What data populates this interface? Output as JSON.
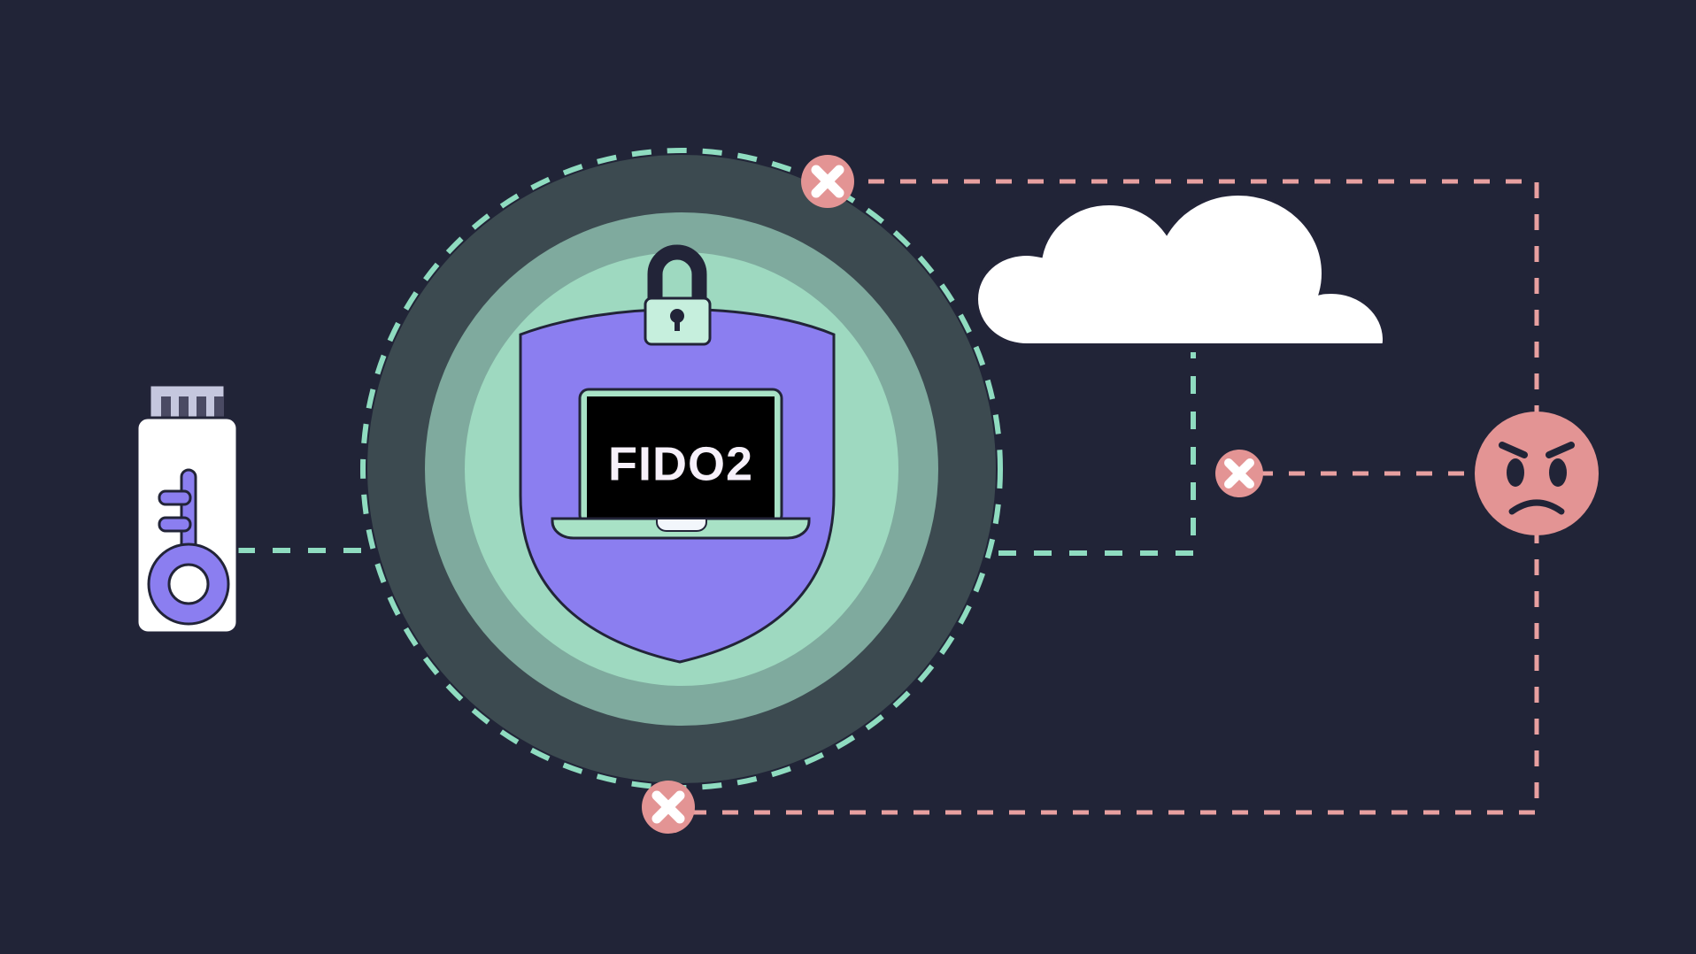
{
  "diagram": {
    "title": "FIDO2 phishing-resistant authentication boundary",
    "background_color": "#212437"
  },
  "colors": {
    "background": "#212437",
    "ring_outer": "#3c4a50",
    "ring_middle": "#7faa9e",
    "ring_inner": "#9ed9c0",
    "shield_purple": "#8b7ef0",
    "mint": "#a8e2c6",
    "mint_light": "#c6efdd",
    "screen_black": "#000000",
    "white": "#ffffff",
    "navy_stroke": "#222438",
    "danger_pink": "#e39494",
    "dash_teal": "#8fdcc0",
    "dash_pink": "#e8a0a0",
    "usb_connector": "#c5c7de",
    "usb_pin": "#4a4a63",
    "key_purple": "#8b7ef0"
  },
  "nodes": {
    "usb_key": {
      "name": "FIDO2 security key",
      "icon": "usb-security-key-icon",
      "body_color": "#ffffff",
      "key_color": "#8b7ef0"
    },
    "protected_zone": {
      "name": "Protected trust boundary",
      "rings": [
        {
          "label": "outer ring",
          "color": "#3c4a50",
          "radius": 355
        },
        {
          "label": "middle ring",
          "color": "#7faa9e",
          "radius": 290
        },
        {
          "label": "inner ring",
          "color": "#9ed9c0",
          "radius": 245
        }
      ],
      "boundary_style": "dashed",
      "boundary_color": "#8fdcc0"
    },
    "shield": {
      "name": "Security shield",
      "icon": "shield-icon",
      "color": "#8b7ef0"
    },
    "padlock": {
      "name": "Locked padlock",
      "icon": "padlock-icon",
      "shackle_color": "#222438",
      "body_color": "#c6efdd"
    },
    "laptop": {
      "name": "Client device running FIDO2",
      "icon": "laptop-icon",
      "screen_text": "FIDO2",
      "bezel_color": "#a8e2c6",
      "screen_color": "#000000"
    },
    "cloud": {
      "name": "Remote cloud service",
      "icon": "cloud-icon",
      "color": "#ffffff"
    },
    "attacker": {
      "name": "Attacker / threat actor",
      "icon": "angry-face-icon",
      "color": "#e39494",
      "expression": "angry"
    }
  },
  "badges": [
    {
      "id": "badge-top",
      "icon": "x-circle-icon",
      "label": "blocked",
      "color": "#e39494",
      "glyph": "×"
    },
    {
      "id": "badge-middle",
      "icon": "x-circle-icon",
      "label": "blocked",
      "color": "#e39494",
      "glyph": "×"
    },
    {
      "id": "badge-bottom",
      "icon": "x-circle-icon",
      "label": "blocked",
      "color": "#e39494",
      "glyph": "×"
    }
  ],
  "connections": [
    {
      "id": "key-to-zone",
      "from": "usb_key",
      "to": "protected_zone",
      "style": "dashed",
      "color": "#8fdcc0",
      "status": "allowed"
    },
    {
      "id": "zone-to-cloud",
      "from": "protected_zone",
      "to": "cloud",
      "style": "dashed",
      "color": "#8fdcc0",
      "status": "allowed"
    },
    {
      "id": "attacker-top",
      "from": "attacker",
      "to": "protected_zone",
      "style": "dashed",
      "color": "#e8a0a0",
      "status": "blocked"
    },
    {
      "id": "attacker-middle",
      "from": "attacker",
      "to": "cloud_link",
      "style": "dashed",
      "color": "#e8a0a0",
      "status": "blocked"
    },
    {
      "id": "attacker-bottom",
      "from": "attacker",
      "to": "protected_zone",
      "style": "dashed",
      "color": "#e8a0a0",
      "status": "blocked"
    }
  ],
  "screen": {
    "text": "FIDO2"
  }
}
